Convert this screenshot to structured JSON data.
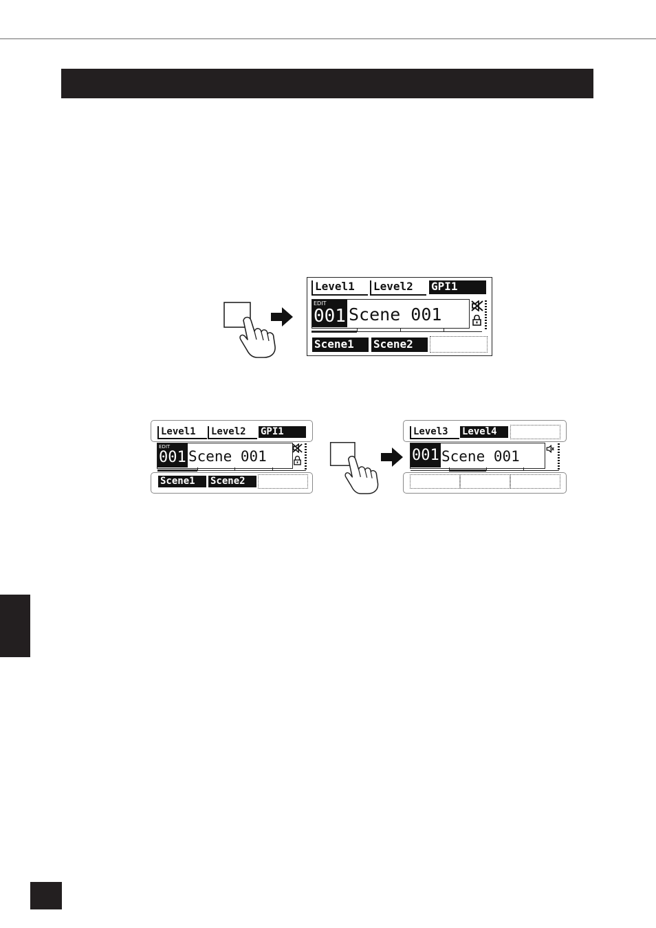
{
  "figure1": {
    "tabs": [
      "Level1",
      "Level2",
      "GPI1"
    ],
    "edit_tag": "EDIT",
    "scene_number": "001",
    "scene_name": "Scene 001",
    "bottom": [
      "Scene1",
      "Scene2"
    ]
  },
  "figure2_before": {
    "tabs": [
      "Level1",
      "Level2",
      "GPI1"
    ],
    "edit_tag": "EDIT",
    "scene_number": "001",
    "scene_name": "Scene 001",
    "bottom": [
      "Scene1",
      "Scene2"
    ]
  },
  "figure2_after": {
    "tabs": [
      "Level3",
      "Level4"
    ],
    "scene_number": "001",
    "scene_name": "Scene 001"
  },
  "icons": [
    "hand-press-icon",
    "arrow-right-icon",
    "mute-icon",
    "lock-icon",
    "speaker-icon"
  ]
}
